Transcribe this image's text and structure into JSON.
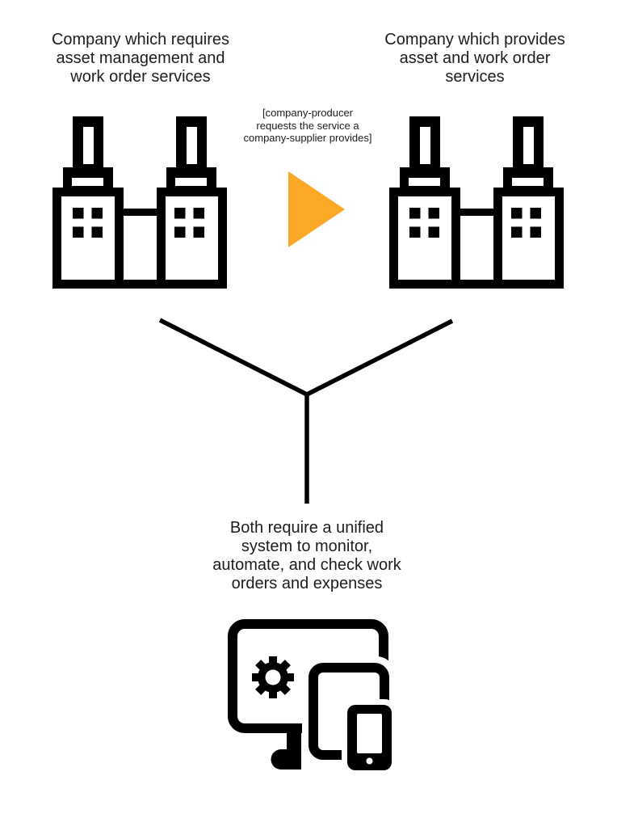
{
  "left_company": {
    "label": "Company which requires\nasset management and\nwork order services",
    "icon": "factory-icon"
  },
  "right_company": {
    "label": "Company which provides\nasset and work order\nservices",
    "icon": "factory-icon"
  },
  "flow": {
    "note": "[company-producer\nrequests the service a\ncompany-supplier provides]",
    "arrow_icon": "arrow-right-triangle",
    "arrow_color": "#FBA926"
  },
  "unified_system": {
    "label": "Both require a unified\nsystem to monitor,\nautomate, and check work\norders and expenses",
    "icon": "devices-with-gear-icon"
  },
  "colors": {
    "icon": "#000000",
    "text": "#1C1C1C",
    "background": "#FFFFFF"
  }
}
